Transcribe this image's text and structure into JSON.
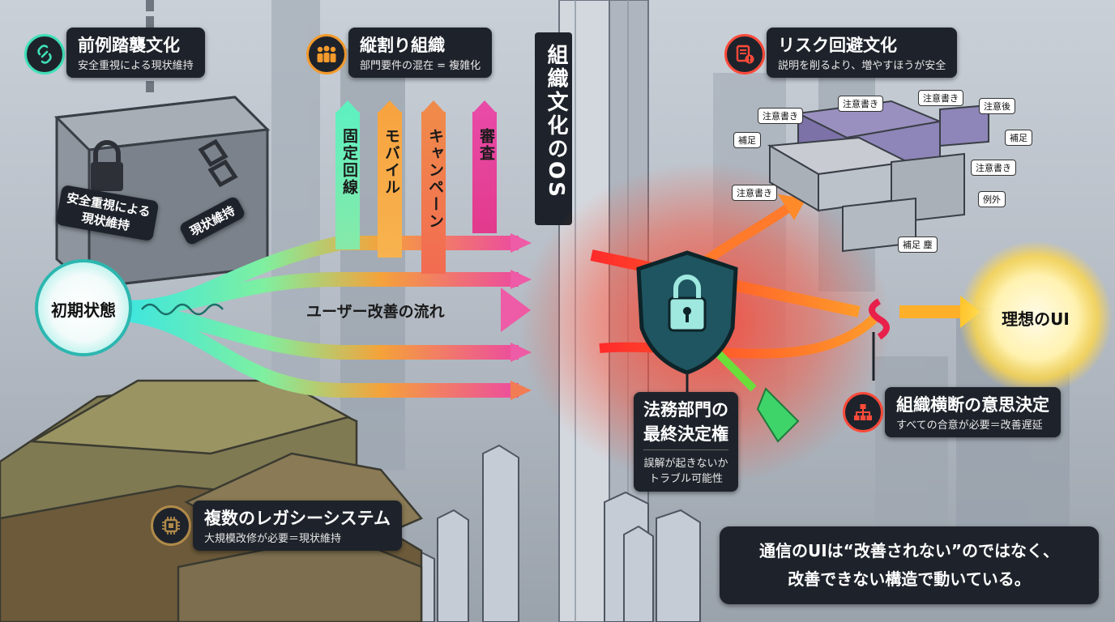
{
  "nodes": {
    "start": "初期状態",
    "goal": "理想のUI"
  },
  "main_flow": "ユーザー改善の流れ",
  "os_pillar": "組織文化のOS",
  "precedent": {
    "title": "前例踏襲文化",
    "subtitle": "安全重視による現状維持",
    "block_left": "安全重視による\n現状維持",
    "block_right": "現状維持"
  },
  "silo": {
    "title": "縦割り組織",
    "subtitle": "部門要件の混在 = 複雑化",
    "channels": [
      "固定回線",
      "モバイル",
      "キャンペーン",
      "審査"
    ]
  },
  "risk": {
    "title": "リスク回避文化",
    "subtitle": "説明を削るより、増やすほうが安全",
    "tags": [
      "注意書き",
      "注意書き",
      "注意書き",
      "注意後",
      "補足",
      "補足",
      "注意書き",
      "注意書き",
      "例外",
      "補足 塵"
    ]
  },
  "legal": {
    "title_line1": "法務部門の",
    "title_line2": "最終決定権",
    "sub_line1": "誤解が起きないか",
    "sub_line2": "トラブル可能性"
  },
  "cross": {
    "title": "組織横断の意思決定",
    "subtitle": "すべての合意が必要＝改善遅延"
  },
  "legacy": {
    "title": "複数のレガシーシステム",
    "subtitle": "大規模改修が必要＝現状維持"
  },
  "conclusion": {
    "line1": "通信のUIは“改善されない”のではなく、",
    "line2": "改善できない構造で動いている。"
  },
  "colors": {
    "teal": "#3fe0b8",
    "orange": "#f59a2c",
    "pink": "#e8388f",
    "red": "#ff3a2e",
    "yellow": "#ffd21f"
  }
}
